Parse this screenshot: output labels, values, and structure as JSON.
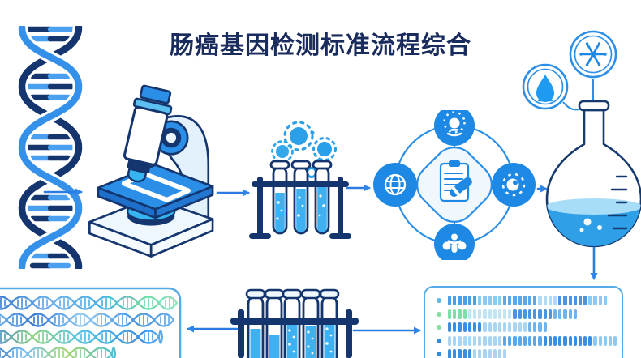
{
  "title": "肠癌基因检测标准流程综合",
  "colors": {
    "background": "#ffffff",
    "title_text": "#1a2c5e",
    "primary_blue": "#1e88e5",
    "navy": "#14356e",
    "arrow_blue": "#2a7ce2",
    "panel_border": "#55aae8",
    "liquid_blue": "#3fb0f0",
    "green_accent": "#7ddfa8"
  },
  "stages": {
    "top_row_icons": [
      "dna-helix-icon",
      "microscope-icon",
      "test-tube-rack-icon",
      "analysis-hub-icon",
      "flask-icon"
    ],
    "hub_satellite_icons": [
      "lightbulb-icon",
      "globe-icon",
      "virus-dot-icon",
      "pills-icon"
    ],
    "hub_center_icon": "clipboard-pen-icon",
    "flask_badge_icons": [
      "water-drop-icon",
      "snowflake-icon"
    ],
    "bottom_row_icons": [
      "dna-strands-icon",
      "tube-rack-large-icon",
      "report-bars-icon"
    ]
  },
  "report": {
    "rows": [
      {
        "dot": "#55b9e9",
        "segments": [
          [
            "#4aa0e8",
            6
          ],
          [
            "#8ccaf2",
            5
          ],
          [
            "#5aa8ea",
            7
          ],
          [
            "#aedcf6",
            4
          ],
          [
            "#4a94e0",
            6
          ],
          [
            "#8ccaf2",
            4
          ]
        ]
      },
      {
        "dot": "#7edf9e",
        "segments": [
          [
            "#7ddfa8",
            4
          ],
          [
            "#c2e4f4",
            9
          ],
          [
            "#4a94e0",
            8
          ],
          [
            "#6fb4ec",
            5
          ]
        ]
      },
      {
        "dot": "#7edf9e",
        "segments": [
          [
            "#3b8fe0",
            7
          ],
          [
            "#aad5f2",
            9
          ],
          [
            "#6fb4ec",
            4
          ]
        ]
      },
      {
        "dot": "#2b8fe8",
        "segments": [
          [
            "#aad5f2",
            11
          ],
          [
            "#5aa8ea",
            8
          ],
          [
            "#3b8fe0",
            10
          ],
          [
            "#8ccaf2",
            5
          ]
        ]
      },
      {
        "dot": "#2b8fe8",
        "segments": [
          [
            "#3b8fe0",
            5
          ],
          [
            "#aad5f2",
            7
          ]
        ]
      }
    ]
  }
}
